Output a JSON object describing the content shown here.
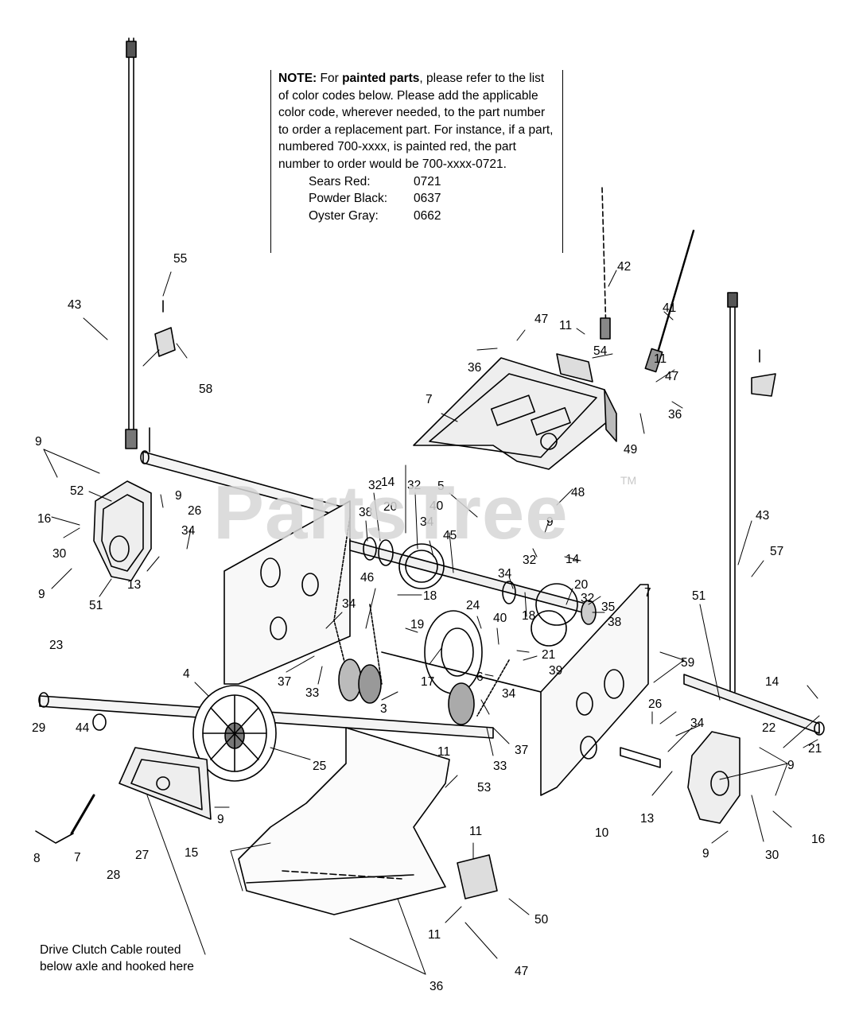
{
  "note": {
    "lead": "NOTE:",
    "text_a": " For ",
    "bold": "painted parts",
    "text_b": ", please refer to the list of color codes below. Please add the applicable color code, wherever needed, to the part number to order a replacement part. For instance, if a part, numbered 700-xxxx, is painted red, the part number to order would be 700-xxxx-0721.",
    "codes": [
      {
        "name": "Sears Red:",
        "code": "0721"
      },
      {
        "name": "Powder Black:",
        "code": "0637"
      },
      {
        "name": "Oyster Gray:",
        "code": "0662"
      }
    ]
  },
  "watermark": {
    "text": "PartsTree",
    "tm": "TM"
  },
  "callout": {
    "text": "Drive Clutch Cable routed below axle and hooked here"
  },
  "part_labels": [
    "55",
    "43",
    "58",
    "42",
    "41",
    "47",
    "11",
    "54",
    "36",
    "11",
    "47",
    "36",
    "49",
    "9",
    "52",
    "16",
    "30",
    "9",
    "9",
    "26",
    "34",
    "13",
    "51",
    "23",
    "7",
    "14",
    "32",
    "32",
    "40",
    "20",
    "34",
    "38",
    "5",
    "48",
    "9",
    "32",
    "45",
    "14",
    "46",
    "18",
    "43",
    "57",
    "34",
    "20",
    "32",
    "35",
    "38",
    "24",
    "40",
    "18",
    "19",
    "21",
    "7",
    "51",
    "59",
    "34",
    "37",
    "33",
    "17",
    "6",
    "39",
    "4",
    "3",
    "34",
    "14",
    "29",
    "44",
    "25",
    "11",
    "37",
    "33",
    "22",
    "21",
    "26",
    "34",
    "9",
    "53",
    "9",
    "16",
    "13",
    "10",
    "30",
    "9",
    "8",
    "7",
    "27",
    "28",
    "15",
    "11",
    "50",
    "11",
    "47",
    "36",
    "11"
  ]
}
